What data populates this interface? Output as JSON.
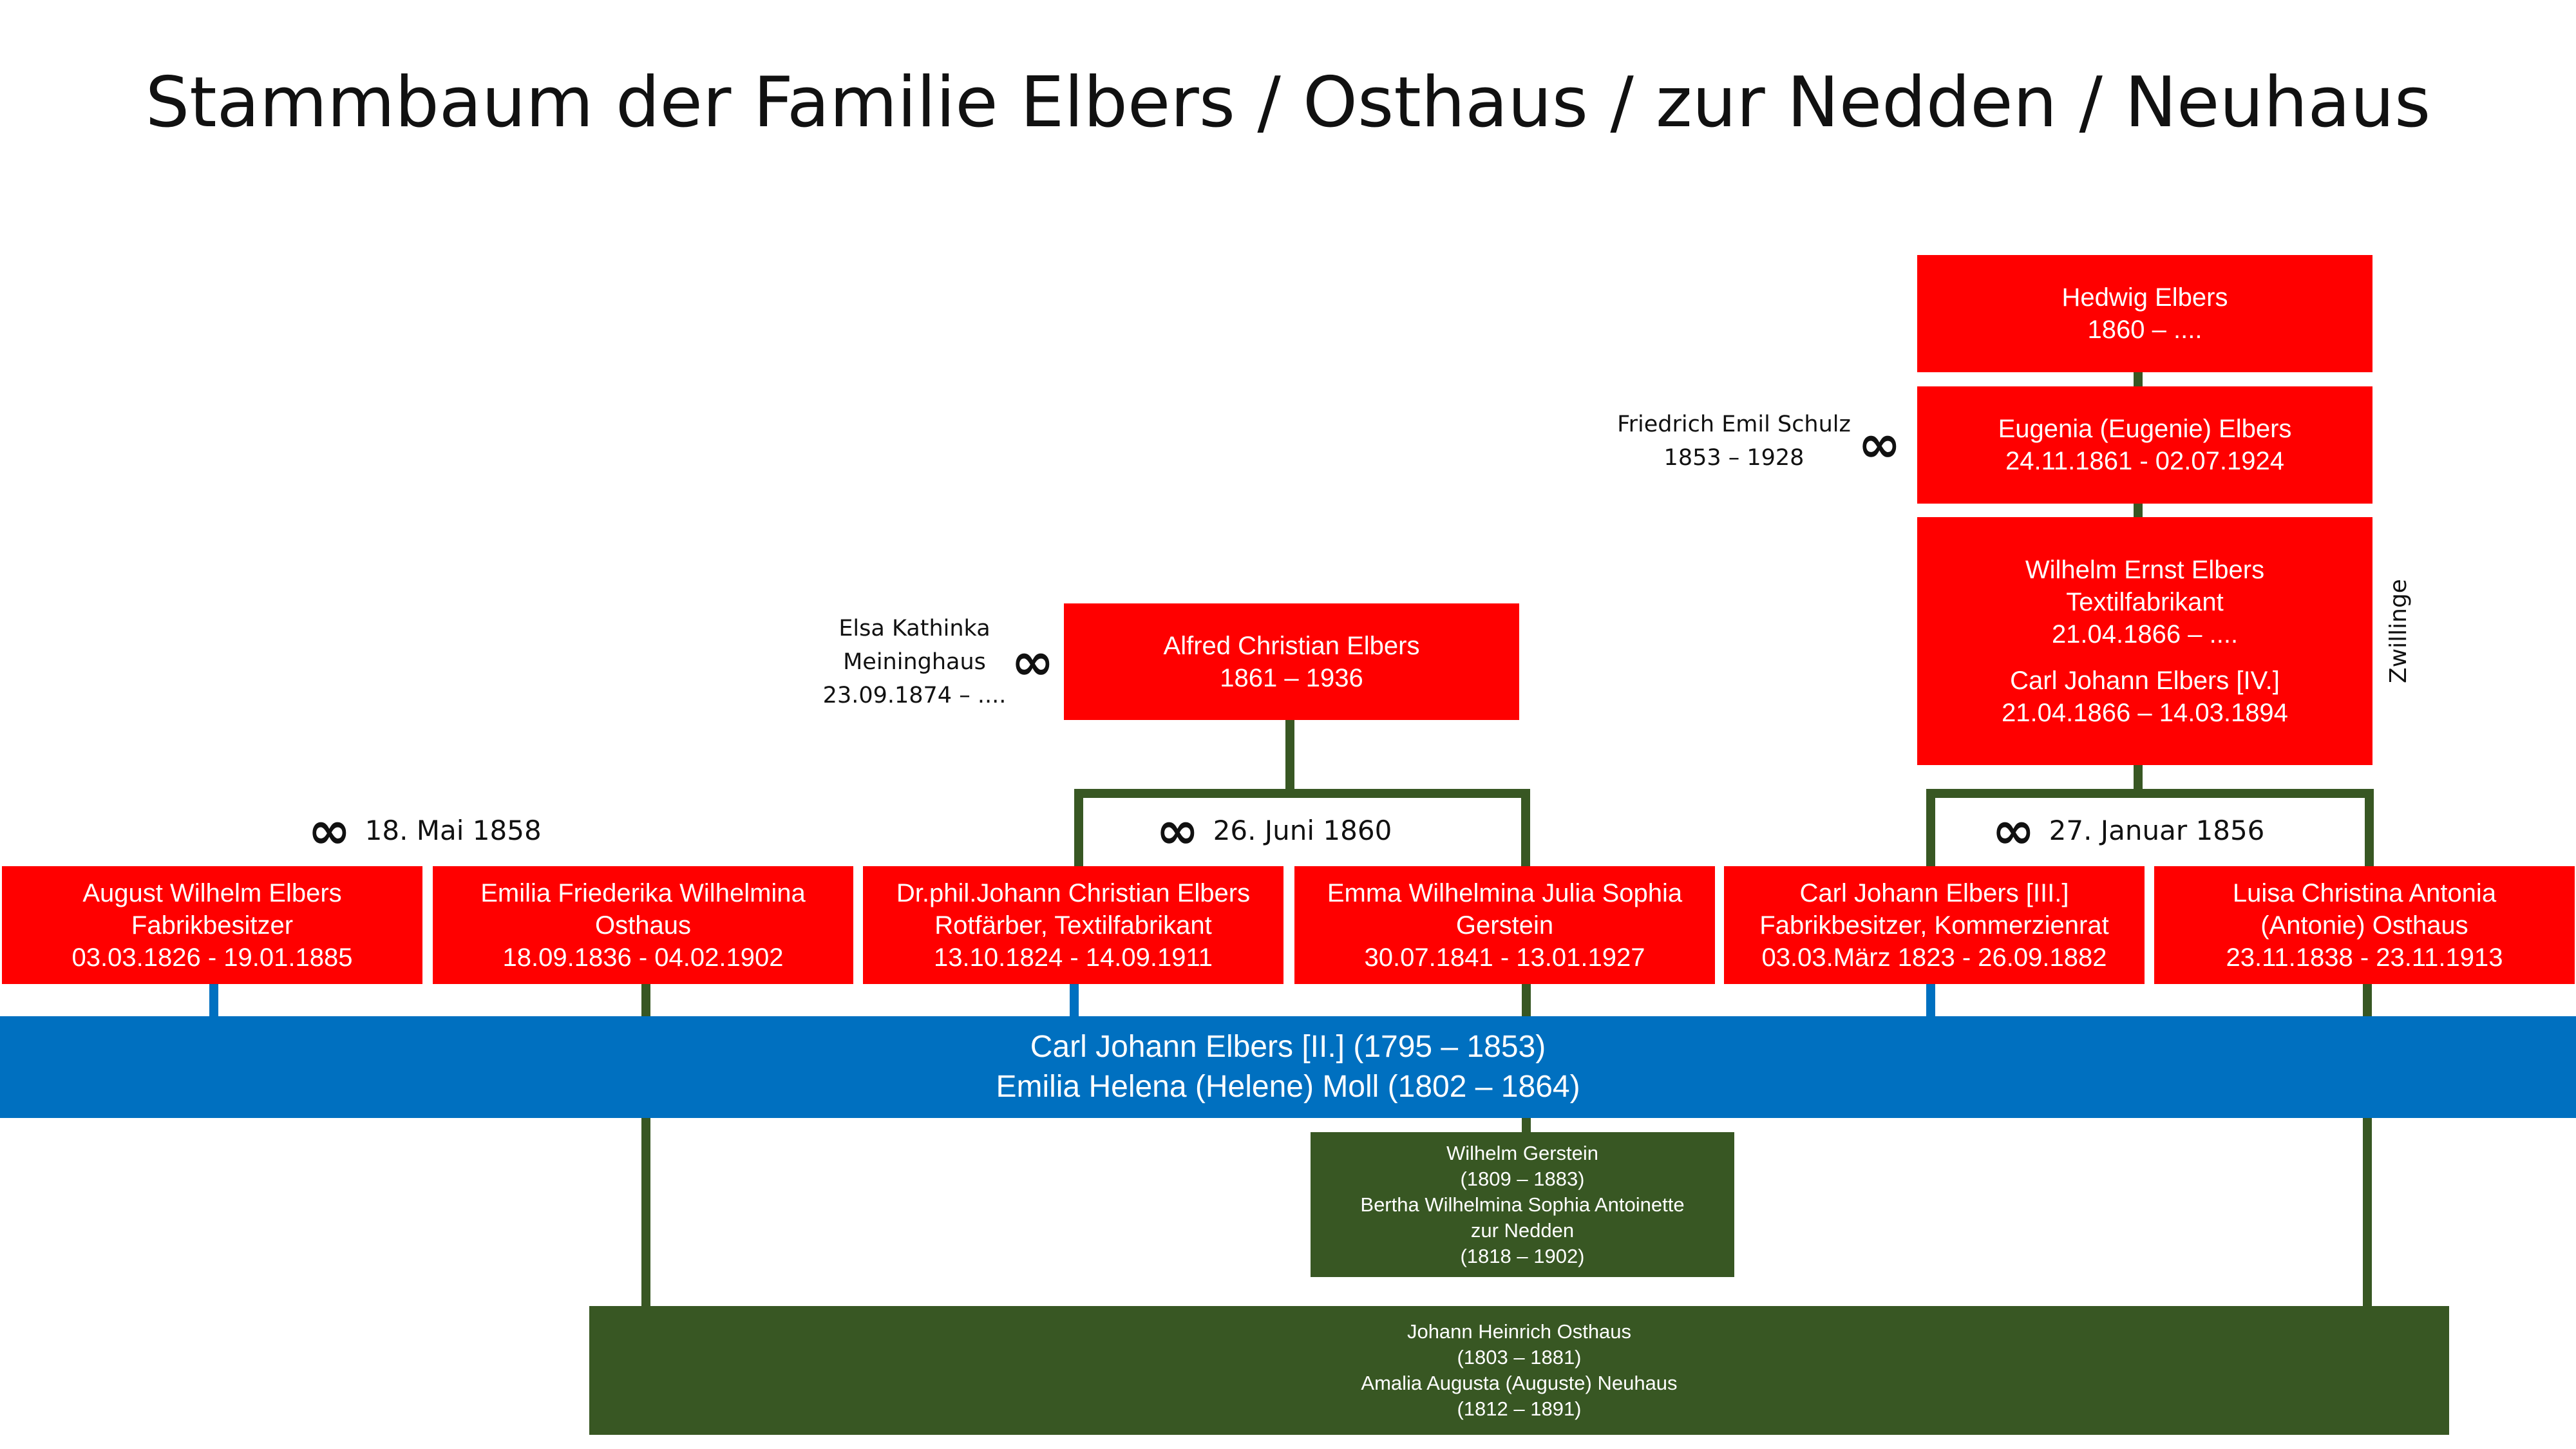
{
  "title": "Stammbaum der Familie Elbers / Osthaus / zur Nedden / Neuhaus",
  "colors": {
    "person_box": "#ff0000",
    "parents_elbers": "#0070c0",
    "parents_other": "#385723"
  },
  "marriage_symbol": "∞",
  "top": {
    "hedwig": {
      "name": "Hedwig Elbers",
      "dates": "1860 – ...."
    },
    "eugenia": {
      "name": "Eugenia (Eugenie) Elbers",
      "dates": "24.11.1861 - 02.07.1924"
    },
    "twins": {
      "w_name": "Wilhelm Ernst Elbers",
      "w_job": "Textilfabrikant",
      "w_dates": "21.04.1866 – ....",
      "c_name": "Carl Johann Elbers [IV.]",
      "c_dates": "21.04.1866 – 14.03.1894"
    },
    "twins_label": "Zwillinge",
    "schulz": {
      "name": "Friedrich Emil Schulz",
      "dates": "1853 – 1928"
    },
    "alfred": {
      "name": "Alfred Christian Elbers",
      "dates": "1861 – 1936"
    },
    "elsa": {
      "line1": "Elsa Kathinka",
      "line2": "Meininghaus",
      "dates": "23.09.1874 – ...."
    }
  },
  "marriages": {
    "m1": "18. Mai 1858",
    "m2": "26. Juni 1860",
    "m3": "27. Januar 1856"
  },
  "persons": [
    {
      "l1": "August Wilhelm Elbers",
      "l2": "Fabrikbesitzer",
      "l3": "03.03.1826 - 19.01.1885"
    },
    {
      "l1": "Emilia Friederika Wilhelmina",
      "l2": "Osthaus",
      "l3": "18.09.1836 - 04.02.1902"
    },
    {
      "l1": "Dr.phil.Johann Christian Elbers",
      "l2": "Rotfärber, Textilfabrikant",
      "l3": "13.10.1824 - 14.09.1911"
    },
    {
      "l1": "Emma Wilhelmina Julia Sophia",
      "l2": "Gerstein",
      "l3": "30.07.1841 - 13.01.1927"
    },
    {
      "l1": "Carl Johann Elbers [III.]",
      "l2": "Fabrikbesitzer, Kommerzienrat",
      "l3": "03.03.März 1823 - 26.09.1882"
    },
    {
      "l1": "Luisa Christina Antonia",
      "l2": "(Antonie) Osthaus",
      "l3": "23.11.1838 - 23.11.1913"
    }
  ],
  "elbers_parents": {
    "l1": "Carl Johann Elbers [II.] (1795 – 1853)",
    "l2": "Emilia Helena (Helene) Moll (1802 – 1864)"
  },
  "gerstein_parents": {
    "l1": "Wilhelm Gerstein",
    "l2": "(1809 – 1883)",
    "l3": "Bertha Wilhelmina Sophia Antoinette",
    "l4": "zur Nedden",
    "l5": "(1818 – 1902)"
  },
  "osthaus_parents": {
    "l1": "Johann  Heinrich Osthaus",
    "l2": "(1803 – 1881)",
    "l3": "Amalia Augusta (Auguste) Neuhaus",
    "l4": "(1812 – 1891)"
  }
}
